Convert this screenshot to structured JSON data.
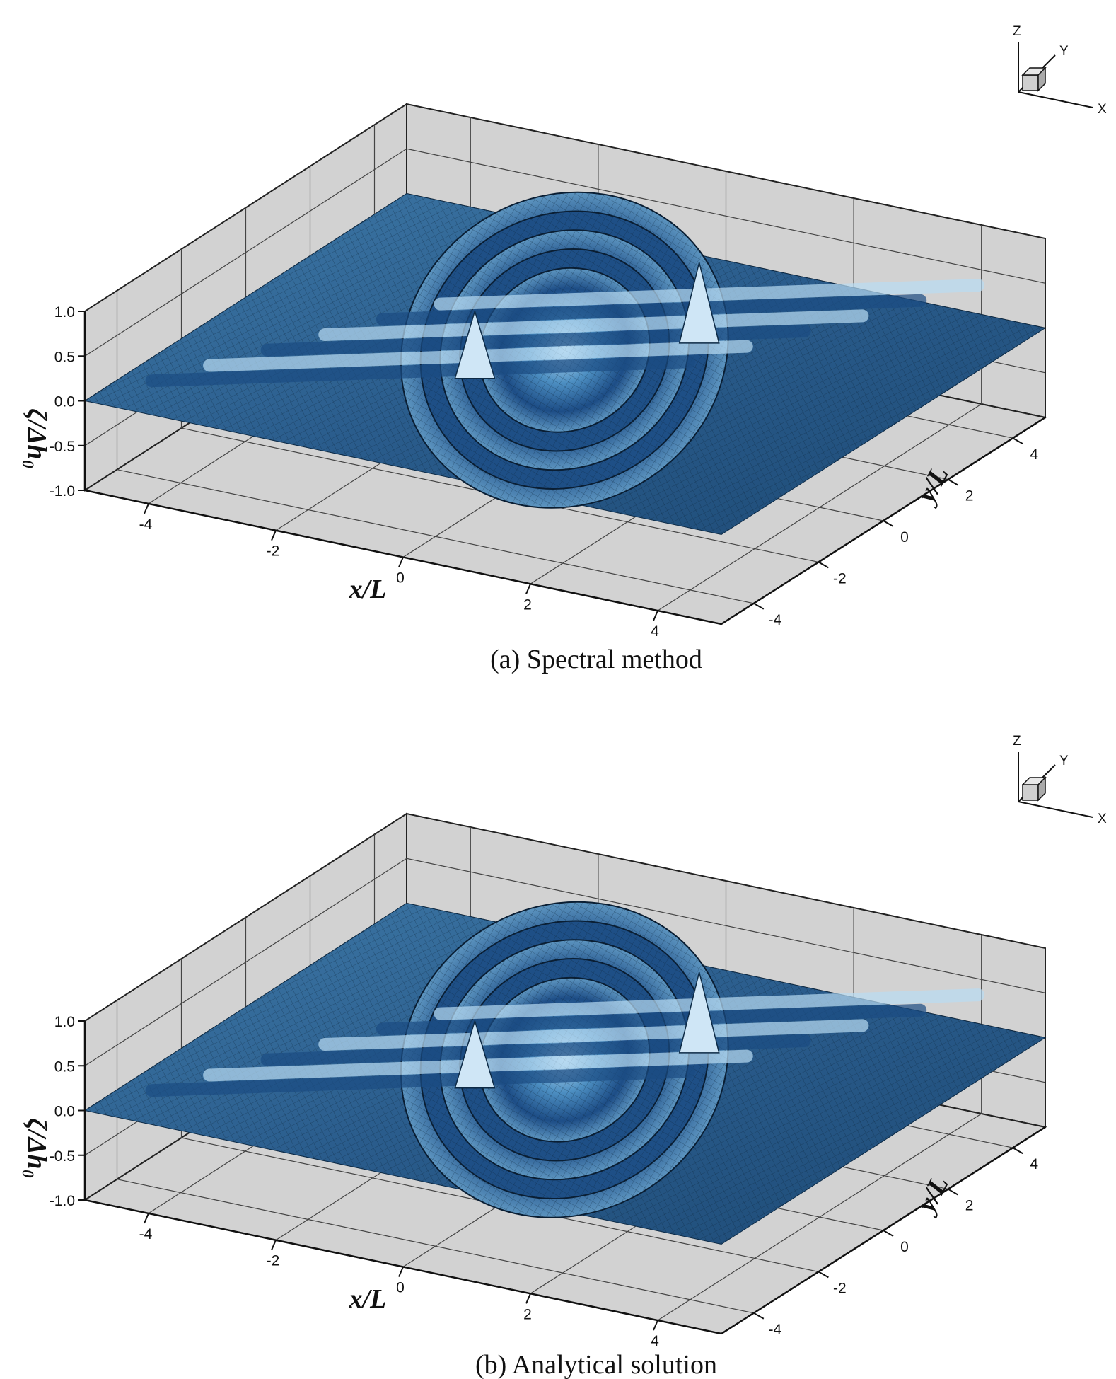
{
  "chart_data": [
    {
      "type": "surface3d",
      "panel": "(a)",
      "caption": "(a)  Spectral method",
      "xlabel": "x/L",
      "ylabel": "y/L",
      "zlabel": "ζ/Δh₀",
      "x_ticks": [
        "-4",
        "-2",
        "0",
        "2",
        "4"
      ],
      "y_ticks": [
        "-4",
        "-2",
        "0",
        "2",
        "4"
      ],
      "z_ticks": [
        "-1.0",
        "-0.5",
        "0.0",
        "0.5",
        "1.0"
      ],
      "xlim": [
        -5,
        5
      ],
      "ylim": [
        -5,
        5
      ],
      "zlim": [
        -1.0,
        1.0
      ],
      "surface": {
        "description_level": "elliptical ring of ridges around a central ridge system",
        "central_peaks": [
          {
            "x": 1.2,
            "y": 1.8,
            "z": 0.9
          },
          {
            "x": -0.8,
            "y": -1.2,
            "z": 0.75
          }
        ],
        "ridge_count": 6,
        "outer_ring_radius": 3.8,
        "color": "#2d5f8f"
      },
      "orientation_triad": {
        "labels": [
          "Z",
          "Y",
          "X"
        ]
      }
    },
    {
      "type": "surface3d",
      "panel": "(b)",
      "caption": "(b)  Analytical solution",
      "xlabel": "x/L",
      "ylabel": "y/L",
      "zlabel": "ζ/Δh₀",
      "x_ticks": [
        "-4",
        "-2",
        "0",
        "2",
        "4"
      ],
      "y_ticks": [
        "-4",
        "-2",
        "0",
        "2",
        "4"
      ],
      "z_ticks": [
        "-1.0",
        "-0.5",
        "0.0",
        "0.5",
        "1.0"
      ],
      "xlim": [
        -5,
        5
      ],
      "ylim": [
        -5,
        5
      ],
      "zlim": [
        -1.0,
        1.0
      ],
      "surface": {
        "central_peaks": [
          {
            "x": 1.2,
            "y": 1.8,
            "z": 0.9
          },
          {
            "x": -0.8,
            "y": -1.2,
            "z": 0.75
          }
        ],
        "ridge_count": 6,
        "outer_ring_radius": 3.8,
        "color": "#2d5f8f"
      },
      "orientation_triad": {
        "labels": [
          "Z",
          "Y",
          "X"
        ]
      }
    }
  ],
  "colors": {
    "box_fill": "#d2d2d2",
    "grid": "#222222",
    "surface_dark": "#1f4b78",
    "surface_light": "#c9e3f5"
  }
}
